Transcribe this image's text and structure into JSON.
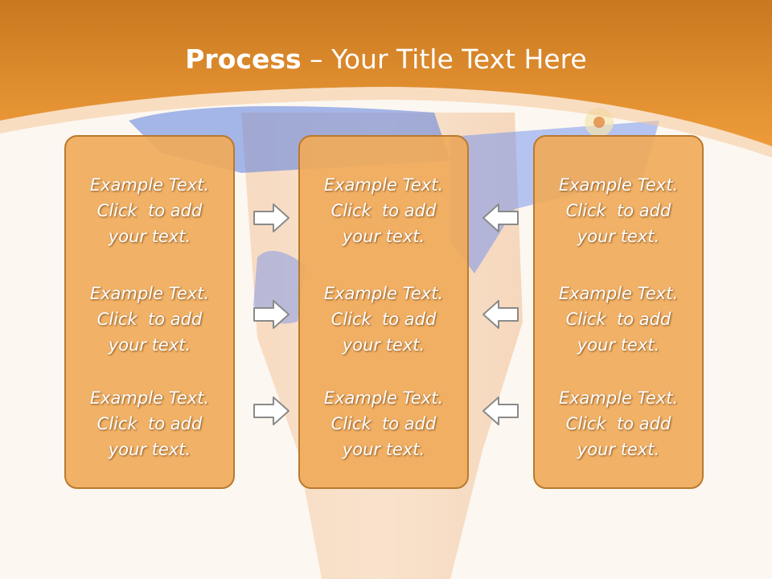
{
  "slide": {
    "title_bold": "Process",
    "title_rest": " – Your Title Text Here",
    "colors": {
      "header": "#e8902c",
      "box_fill": "#f0aa5a",
      "box_border": "#b97a2e",
      "arrow": "#8a8a8a"
    },
    "columns": [
      {
        "blocks": [
          {
            "line1": "Example Text.",
            "line2": "Click  to add",
            "line3": "your text."
          },
          {
            "line1": "Example Text.",
            "line2": "Click  to add",
            "line3": "your text."
          },
          {
            "line1": "Example Text.",
            "line2": "Click  to add",
            "line3": "your text."
          }
        ]
      },
      {
        "blocks": [
          {
            "line1": "Example Text.",
            "line2": "Click  to add",
            "line3": "your text."
          },
          {
            "line1": "Example Text.",
            "line2": "Click  to add",
            "line3": "your text."
          },
          {
            "line1": "Example Text.",
            "line2": "Click  to add",
            "line3": "your text."
          }
        ]
      },
      {
        "blocks": [
          {
            "line1": "Example Text.",
            "line2": "Click  to add",
            "line3": "your text."
          },
          {
            "line1": "Example Text.",
            "line2": "Click  to add",
            "line3": "your text."
          },
          {
            "line1": "Example Text.",
            "line2": "Click  to add",
            "line3": "your text."
          }
        ]
      }
    ],
    "arrows": {
      "left_to_center": [
        "right-arrow-icon",
        "right-arrow-icon",
        "right-arrow-icon"
      ],
      "right_to_center": [
        "left-arrow-icon",
        "left-arrow-icon",
        "left-arrow-icon"
      ]
    }
  }
}
